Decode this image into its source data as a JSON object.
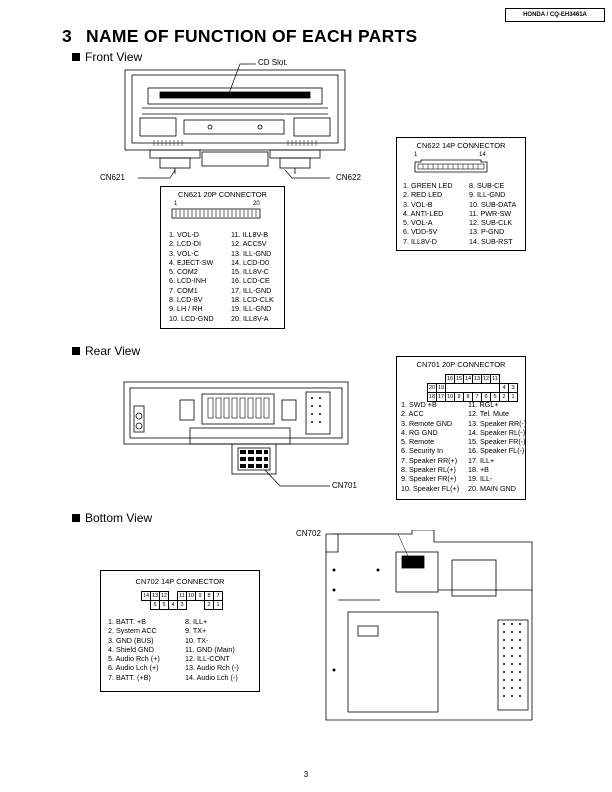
{
  "header_tag": "HONDA / CQ-EH3461A",
  "title": {
    "number": "3",
    "text": "NAME OF FUNCTION OF EACH PARTS"
  },
  "sections": {
    "front": "Front View",
    "rear": "Rear View",
    "bottom": "Bottom View"
  },
  "labels": {
    "cd_slot": "CD Slot.",
    "cn621": "CN621",
    "cn622": "CN622",
    "cn701": "CN701",
    "cn702": "CN702"
  },
  "cn621": {
    "title": "CN621 20P CONNECTOR",
    "pin_first": "1",
    "pin_last": "20",
    "left": [
      "1.  VOL-D",
      "2.  LCD-DI",
      "3.  VOL-C",
      "4.  EJECT-SW",
      "5.  COM2",
      "6.  LCD-INH",
      "7.  COM1",
      "8.  LCD-8V",
      "9.  LH / RH",
      "10.  LCD-GND"
    ],
    "right": [
      "11.  ILL8V-B",
      "12.  ACC5V",
      "13.  ILL-GND",
      "14.  LCD-D0",
      "15.  ILL8V-C",
      "16.  LCD-CE",
      "17.  ILL-GND",
      "18.  LCD-CLK",
      "19.  ILL-GND",
      "20.  ILL8V-A"
    ]
  },
  "cn622": {
    "title": "CN622 14P CONNECTOR",
    "pin_first": "1",
    "pin_last": "14",
    "left": [
      "1.  GREEN LED",
      "2.  RED LED",
      "3.  VOL-B",
      "4.  ANTI-LED",
      "5.  VOL-A",
      "6.  VDD-5V",
      "7.  ILL8V-D"
    ],
    "right": [
      "8.  SUB-CE",
      "9.  ILL-GND",
      "10.  SUB-DATA",
      "11.  PWR-SW",
      "12.  SUB-CLK",
      "13.  P-GND",
      "14.  SUB-RST"
    ]
  },
  "cn701": {
    "title": "CN701 20P CONNECTOR",
    "grid_top": [
      "",
      "",
      "16",
      "15",
      "14",
      "13",
      "12",
      "11",
      "",
      ""
    ],
    "grid_mid": [
      "20",
      "19",
      "",
      "",
      "",
      "",
      "",
      "",
      "4",
      "3"
    ],
    "grid_bot": [
      "18",
      "17",
      "10",
      "9",
      "8",
      "7",
      "6",
      "5",
      "2",
      "1"
    ],
    "left": [
      "1.  SWD +B",
      "2.  ACC",
      "3.  Remote GND",
      "4.  RG GND",
      "5.  Remote",
      "6.  Security In",
      "7.  Speaker RR(+)",
      "8.  Speaker RL(+)",
      "9.  Speaker FR(+)",
      "10.  Speaker FL(+)"
    ],
    "right": [
      "11.  RGL+",
      "12.  Tel. Mute",
      "13.  Speaker RR(-)",
      "14.  Speaker RL(-)",
      "15.  Speaker FR(-)",
      "16.  Speaker FL(-)",
      "17.  ILL+",
      "18.  +B",
      "19.  ILL-",
      "20.  MAIN GND"
    ]
  },
  "cn702": {
    "title": "CN702 14P CONNECTOR",
    "grid_top": [
      "14",
      "13",
      "12",
      "",
      "11",
      "10",
      "9",
      "8",
      "7"
    ],
    "grid_bot": [
      "",
      "6",
      "5",
      "4",
      "3",
      "",
      "",
      "2",
      "1"
    ],
    "left": [
      "1.  BATT. +B",
      "2.  System ACC",
      "3.  GND (BUS)",
      "4.  Shield GND",
      "5.  Audio Rch (+)",
      "6.  Audio Lch (+)",
      "7.  BATT. (+B)"
    ],
    "right": [
      "8.  ILL+",
      "9.  TX+",
      "10.  TX-",
      "11.  GND (Main)",
      "12.  ILL-CONT",
      "13.  Audio Rch (-)",
      "14.  Audio Lch (-)"
    ]
  },
  "page_number": "3"
}
